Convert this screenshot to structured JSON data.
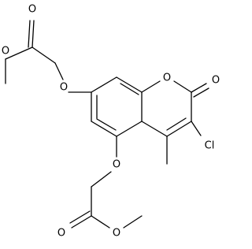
{
  "atoms": {
    "o_top_carbonyl": "O",
    "o_top_ester": "O",
    "o_c7": "O",
    "o_ring": "O",
    "o_lactone": "O",
    "cl": "Cl",
    "o_c5": "O",
    "o_bottom_carbonyl": "O",
    "o_bottom_ester": "O"
  },
  "colors": {
    "bond": "#000000",
    "label": "#000000",
    "background": "#ffffff"
  }
}
